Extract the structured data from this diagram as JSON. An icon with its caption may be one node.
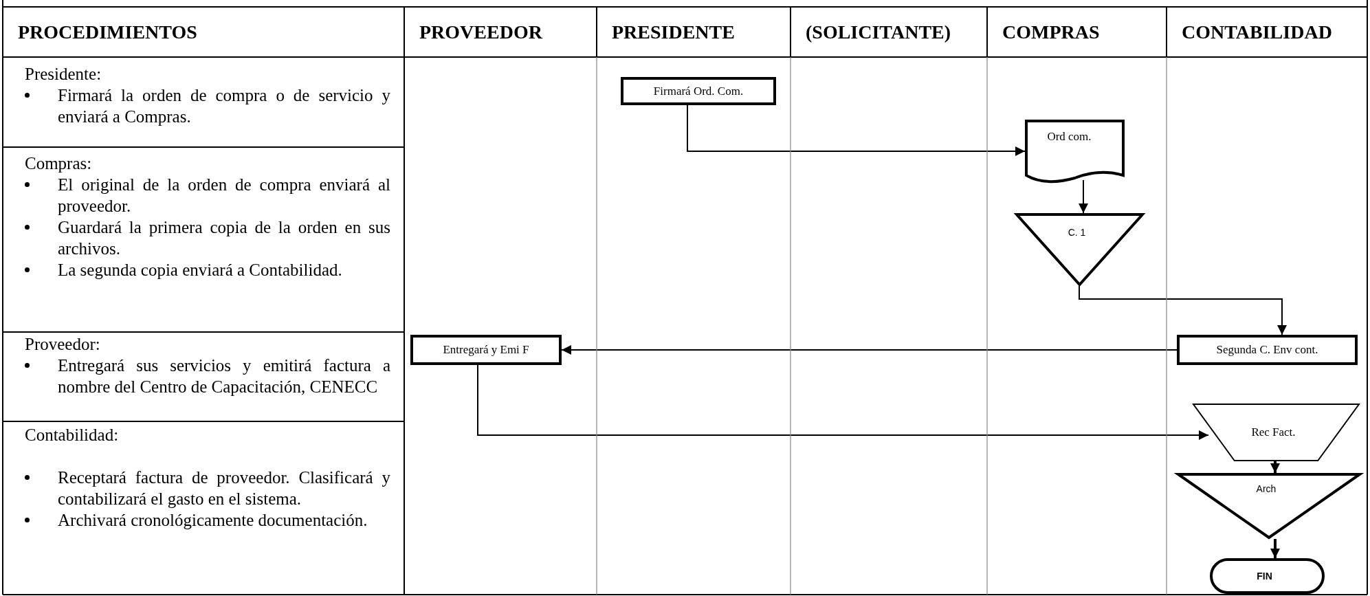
{
  "diagram": {
    "nodes": [
      {
        "text": [
          "Firmará Ord. Com."
        ]
      },
      {
        "text": [
          "Ord com."
        ]
      },
      {
        "text": [
          "C. 1"
        ]
      },
      {
        "text": [
          "Segunda C. Env cont."
        ]
      },
      {
        "text": [
          "Entregará y Emi F"
        ]
      },
      {
        "text": [
          "Rec Fact."
        ]
      },
      {
        "text": [
          "Arch"
        ]
      },
      {
        "text": [
          "FIN"
        ]
      }
    ],
    "edges": [
      {
        "from": 0,
        "to": 1,
        "arrow": "to"
      },
      {
        "from": 1,
        "to": 2,
        "arrow": "to"
      },
      {
        "from": 2,
        "to": 3,
        "arrow": "to"
      },
      {
        "from": 3,
        "to": 4,
        "arrow": "to"
      },
      {
        "from": 4,
        "to": 5,
        "arrow": "to"
      },
      {
        "from": 5,
        "to": 6,
        "arrow": "to"
      },
      {
        "from": 6,
        "to": 7,
        "arrow": "to"
      }
    ],
    "labels": [
      "PROCEDIMIENTOS",
      "PROVEEDOR",
      "PRESIDENTE",
      "(SOLICITANTE)",
      "COMPRAS",
      "CONTABILIDAD",
      "Presidente:",
      "Firmará la orden de compra o de servicio y enviará a Compras.",
      "Compras:",
      "El original de la orden de compra enviará al proveedor.",
      "Guardará la primera copia de la orden en sus archivos.",
      "La segunda copia enviará a Contabilidad.",
      "Proveedor:",
      "Entregará sus servicios y emitirá factura a nombre del Centro de Capacitación, CENECC",
      "Contabilidad:",
      "Receptará factura de proveedor. Clasificará y contabilizará el gasto en el sistema.",
      "Archivará cronológicamente documentación."
    ]
  }
}
